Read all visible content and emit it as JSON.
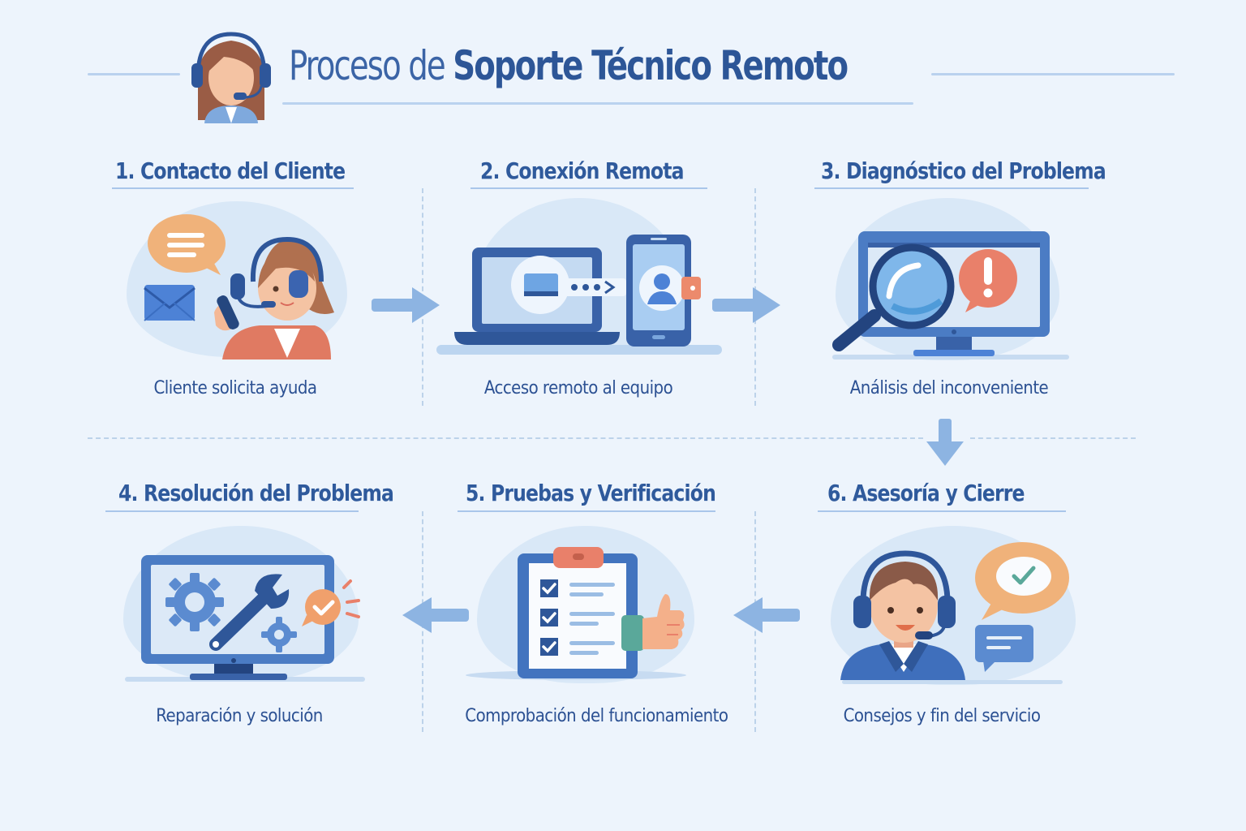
{
  "header": {
    "title_light": "Proceso de",
    "title_bold": "Soporte Técnico Remoto",
    "icon": "support-agent-headset-icon"
  },
  "steps": [
    {
      "number": "1.",
      "title": "1. Contacto del Cliente",
      "caption": "Cliente solicita ayuda",
      "icon": "customer-call-headset-icon"
    },
    {
      "number": "2.",
      "title": "2. Conexión Remota",
      "caption": "Acceso remoto al equipo",
      "icon": "laptop-phone-connection-icon"
    },
    {
      "number": "3.",
      "title": "3. Diagnóstico del Problema",
      "caption": "Análisis del inconveniente",
      "icon": "monitor-magnifier-alert-icon"
    },
    {
      "number": "4.",
      "title": "4. Resolución del Problema",
      "caption": "Reparación y solución",
      "icon": "monitor-gears-wrench-icon"
    },
    {
      "number": "5.",
      "title": "5. Pruebas y Verificación",
      "caption": "Comprobación del funcionamiento",
      "icon": "clipboard-checklist-thumbs-up-icon"
    },
    {
      "number": "6.",
      "title": "6. Asesoría y Cierre",
      "caption": "Consejos y fin del servicio",
      "icon": "agent-chat-check-icon"
    }
  ],
  "flow": {
    "arrows": [
      "1→2 right",
      "2→3 right",
      "3→6 down",
      "6→5 left",
      "5→4 left"
    ]
  },
  "colors": {
    "background": "#edf4fc",
    "primary_blue": "#3b64a6",
    "dark_blue": "#2d5697",
    "light_blue": "#d9e8f7",
    "arrow_blue": "#8db4e2",
    "accent_orange": "#f0b27a",
    "accent_coral": "#e9806a",
    "accent_teal": "#5aa89a"
  }
}
